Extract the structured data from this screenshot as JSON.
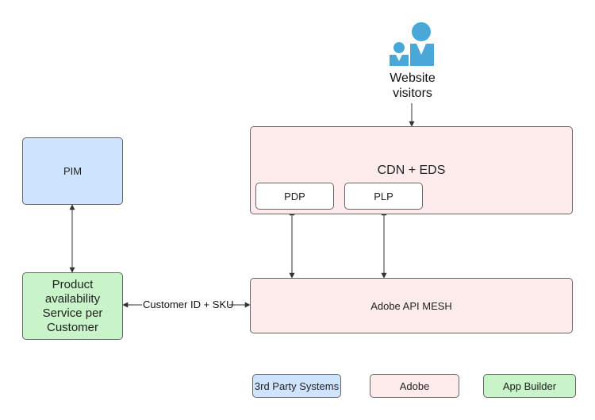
{
  "users": {
    "label_line1": "Website",
    "label_line2": "visitors",
    "icon": "users-icon",
    "icon_color": "#4aa8d8"
  },
  "cdn": {
    "title": "CDN + EDS",
    "pdp": "PDP",
    "plp": "PLP"
  },
  "pim": {
    "label": "PIM"
  },
  "product_service": {
    "line1": "Product",
    "line2": "availability",
    "line3": "Service per",
    "line4": "Customer"
  },
  "mesh": {
    "label": "Adobe API MESH"
  },
  "edge_label": "Customer ID + SKU",
  "legend": {
    "third_party": "3rd Party Systems",
    "adobe": "Adobe",
    "app_builder": "App Builder"
  },
  "colors": {
    "third_party": "#cfe4ff",
    "adobe": "#fdeceb",
    "app_builder": "#c9f3c9",
    "stroke": "#666666"
  }
}
